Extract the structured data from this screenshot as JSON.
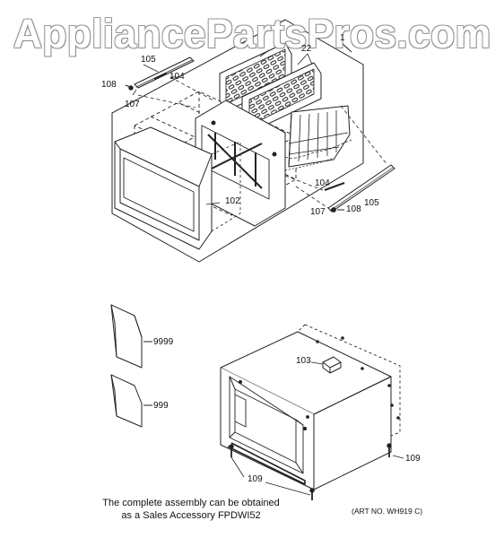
{
  "watermark": "AppliancePartsPros.com",
  "labels": {
    "l1": "1",
    "l22": "22",
    "l105a": "105",
    "l108a": "108",
    "l104a": "104",
    "l107a": "107",
    "l102": "102",
    "l104b": "104",
    "l105b": "105",
    "l107b": "107",
    "l108b": "108",
    "l9999": "9999",
    "l999": "999",
    "l103": "103",
    "l109a": "109",
    "l109b": "109"
  },
  "footer": {
    "note_line1": "The complete assembly can be obtained",
    "note_line2": "as a Sales Accessory FPDWI52",
    "art_no": "(ART NO. WH919 C)"
  }
}
